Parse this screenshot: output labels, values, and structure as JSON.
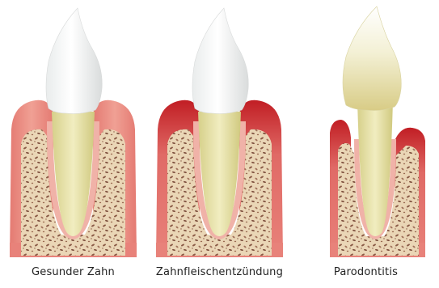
{
  "panels": [
    {
      "caption": "Gesunder Zahn"
    },
    {
      "caption": "Zahnfleischentzündung"
    },
    {
      "caption": "Parodontitis"
    }
  ],
  "colors": {
    "gum": "#e8827a",
    "gum_inflamed": "#c9262b",
    "bone_fill": "#e9d4b4",
    "bone_spot": "#9a6a52",
    "root": "#e6e1a6",
    "crown": "#ffffff",
    "crown_stained": "#ece3ae"
  }
}
